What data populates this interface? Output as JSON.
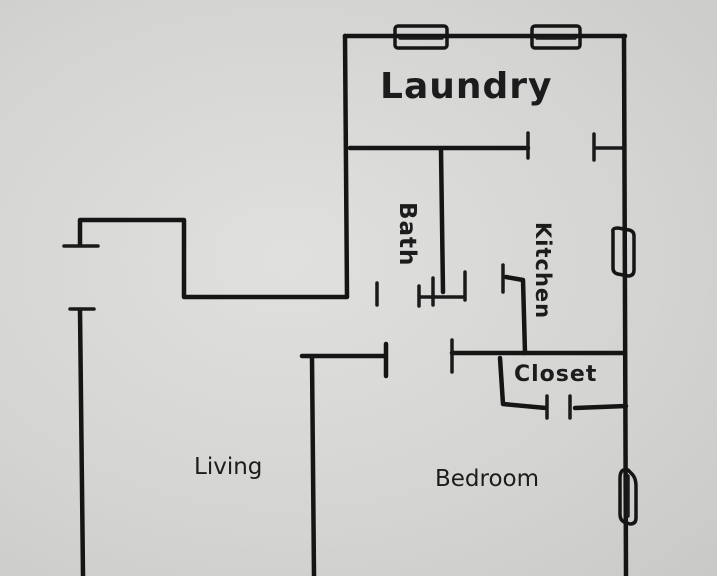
{
  "rooms": {
    "laundry": "Laundry",
    "bath": "Bath",
    "kitchen": "Kitchen",
    "closet": "Closet",
    "living": "Living",
    "bedroom": "Bedroom"
  }
}
